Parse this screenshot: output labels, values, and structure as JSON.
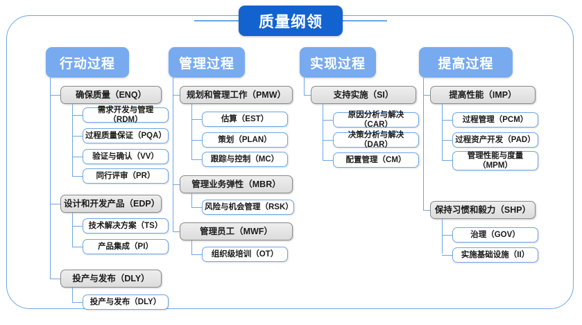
{
  "diagram": {
    "title": "质量纲领",
    "type": "hierarchy-tree",
    "columns": [
      {
        "id": "action",
        "header": "行动过程",
        "groups": [
          {
            "label": "确保质量（ENQ）",
            "children": [
              "需求开发与管理（RDM）",
              "过程质量保证（PQA）",
              "验证与确认（VV）",
              "同行评审（PR）"
            ]
          },
          {
            "label": "设计和开发产品（EDP）",
            "children": [
              "技术解决方案（TS）",
              "产品集成（PI）"
            ]
          },
          {
            "label": "投产与发布（DLY）",
            "children": [
              "投产与发布（DLY）"
            ]
          }
        ]
      },
      {
        "id": "management",
        "header": "管理过程",
        "groups": [
          {
            "label": "规划和管理工作（PMW）",
            "children": [
              "估算（EST）",
              "策划（PLAN）",
              "跟踪与控制（MC）"
            ]
          },
          {
            "label": "管理业务弹性（MBR）",
            "children": [
              "风险与机会管理（RSK）"
            ]
          },
          {
            "label": "管理员工（MWF）",
            "children": [
              "组织级培训（OT）"
            ]
          }
        ]
      },
      {
        "id": "implementation",
        "header": "实现过程",
        "groups": [
          {
            "label": "支持实施（SI）",
            "children": [
              "原因分析与解决（CAR）",
              "决策分析与解决（DAR）",
              "配置管理（CM）"
            ]
          }
        ]
      },
      {
        "id": "improvement",
        "header": "提高过程",
        "groups": [
          {
            "label": "提高性能（IMP）",
            "children": [
              "过程管理（PCM）",
              "过程资产开发（PAD）",
              "管理性能与度量\n（MPM）"
            ]
          },
          {
            "label": "保持习惯和毅力（SHP）",
            "children": [
              "治理（GOV）",
              "实施基础设施（II）"
            ]
          }
        ]
      }
    ]
  },
  "colors": {
    "root_fill": "#1263cf",
    "header_fill": "#78aaf0",
    "connector": "#6ba5e8",
    "group_fill": "#e4e4e4",
    "group_border": "#8a8a8a",
    "leaf_border": "#6ba5e8",
    "leaf_fill": "#ffffff",
    "text": "#1a1a1a",
    "header_text": "#ffffff"
  }
}
